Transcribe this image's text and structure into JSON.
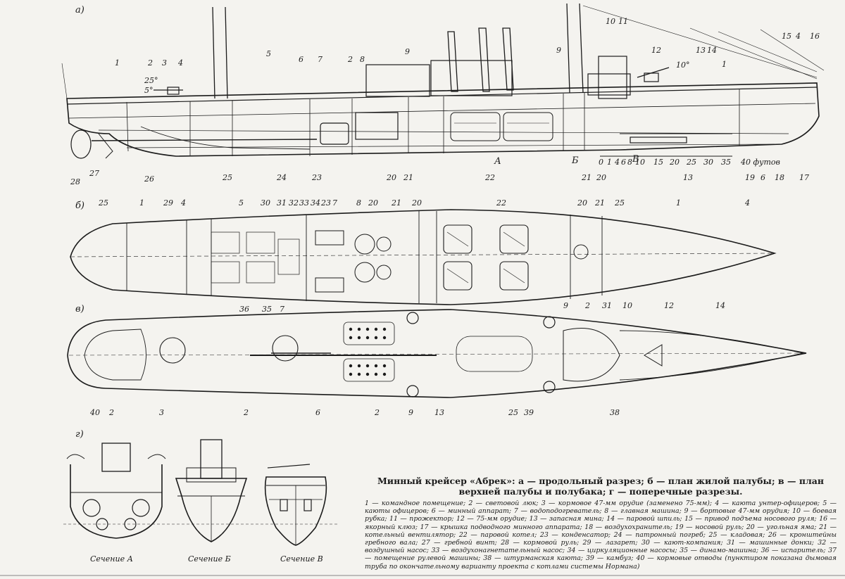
{
  "part_labels": {
    "a": "а)",
    "b": "б)",
    "v": "в)",
    "g": "г)"
  },
  "section_labels": [
    "Сечение А",
    "Сечение Б",
    "Сечение В"
  ],
  "caption": {
    "title": "Минный крейсер «Абрек»: а — продольный разрез; б — план жилой палубы; в — план верхней палубы и полубака; г — поперечные разрезы.",
    "legend": "1 — командное помещение; 2 — световой люк; 3 — кормовое 47-мм орудие (заменено 75-мм); 4 — каюта унтер-офицеров; 5 — каюты офицеров; 6 — минный аппарат; 7 — водоподогреватель; 8 — главная машина; 9 — бортовые 47-мм орудия; 10 — боевая рубка; 11 — прожектор; 12 — 75-мм орудие; 13 — запасная мина; 14 — паровой шпиль; 15 — привод подъема носового руля; 16 — якорный клюз; 17 — крышка подводного минного аппарата; 18 — воздухохранитель; 19 — носовой руль; 20 — угольная яма; 21 — котельный вентилятор; 22 — паровой котел; 23 — конденсатор; 24 — патронный погреб; 25 — кладовая; 26 — кронштейны гребного вала; 27 — гребной винт; 28 — кормовой руль; 29 — лазарет; 30 — кают-компания; 31 — машинные донки; 32 — воздушный насос; 33 — воздухонагнетательный насос; 34 — циркуляционные насосы; 35 — динамо-машина; 36 — испаритель; 37 — помещение рулевой машины; 38 — штурманская каюта; 39 — камбуз; 40 — кормовые отводы (пунктиром показана дымовая труба по окончательному варианту проекта с котлами системы Нормана)"
  },
  "scale_bar": {
    "ticks": [
      "0",
      "1",
      "4",
      "6",
      "8",
      "10",
      "15",
      "20",
      "25",
      "30",
      "35"
    ],
    "unit": "40 футов"
  },
  "section_marks": {
    "A": "А",
    "B": "Б",
    "V": "В"
  },
  "angle_marks": [
    "25°",
    "5°",
    "10°"
  ],
  "callouts_profile": [
    "1",
    "2",
    "3",
    "4",
    "5",
    "6",
    "7",
    "2",
    "8",
    "9",
    "10",
    "11",
    "9",
    "12",
    "13",
    "14",
    "1",
    "15",
    "4",
    "16",
    "28",
    "27",
    "26",
    "25",
    "24",
    "23",
    "20",
    "21",
    "22",
    "20",
    "21",
    "13",
    "19",
    "6",
    "18",
    "17"
  ],
  "callouts_living_deck": [
    "25",
    "1",
    "29",
    "4",
    "5",
    "30",
    "31",
    "32",
    "33",
    "34",
    "23",
    "7",
    "8",
    "20",
    "21",
    "20",
    "22",
    "20",
    "21",
    "25",
    "1",
    "4",
    "36",
    "35",
    "7"
  ],
  "callouts_upper_deck": [
    "9",
    "2",
    "31",
    "10",
    "12",
    "14",
    "40",
    "2",
    "3",
    "2",
    "6",
    "2",
    "13",
    "9",
    "25",
    "39",
    "38"
  ],
  "colors": {
    "paper": "#f4f3ef",
    "ink": "#1b1b1b"
  }
}
